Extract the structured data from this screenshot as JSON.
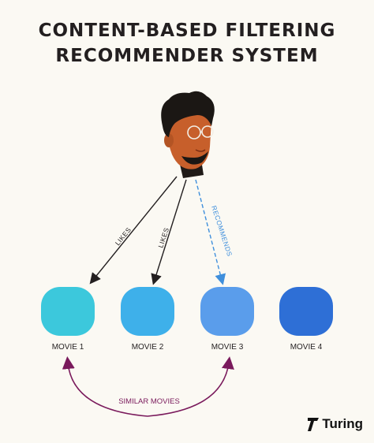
{
  "title": {
    "line1": "CONTENT-BASED FILTERING",
    "line2": "RECOMMENDER SYSTEM"
  },
  "user": {
    "icon": "person-with-glasses-icon"
  },
  "arrows": {
    "likes_1": "LIKES",
    "likes_2": "LIKES",
    "recommends": "RECOMMENDS"
  },
  "movies": [
    {
      "label": "MOVIE 1",
      "color": "#3cc8dc"
    },
    {
      "label": "MOVIE 2",
      "color": "#3eb0ea"
    },
    {
      "label": "MOVIE 3",
      "color": "#5a9deb"
    },
    {
      "label": "MOVIE 4",
      "color": "#2e6fd6"
    }
  ],
  "similar": {
    "label": "SIMILAR MOVIES",
    "color": "#7a1a5c"
  },
  "brand": {
    "name": "Turing"
  },
  "colors": {
    "background": "#fbf9f3",
    "arrow": "#231f20",
    "recommend_arrow": "#3f8fdc"
  }
}
